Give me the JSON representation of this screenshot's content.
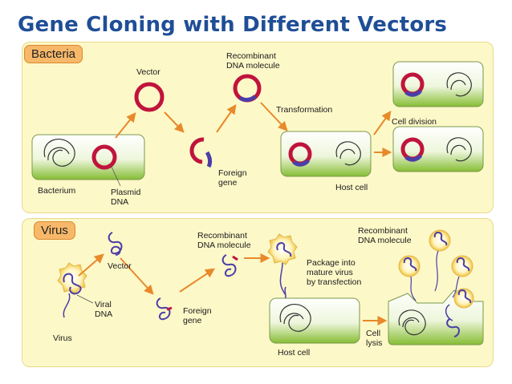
{
  "title": "Gene Cloning with Different Vectors",
  "bacteria": {
    "tag": "Bacteria",
    "labels": {
      "vector": "Vector",
      "recombinant": "Recombinant\nDNA molecule",
      "transformation": "Transformation",
      "cell_division": "Cell division",
      "foreign_gene": "Foreign\ngene",
      "bacterium": "Bacterium",
      "plasmid": "Plasmid\nDNA",
      "host_cell": "Host cell"
    }
  },
  "virus": {
    "tag": "Virus",
    "labels": {
      "vector": "Vector",
      "recombinant_1": "Recombinant\nDNA molecule",
      "recombinant_2": "Recombinant\nDNA molecule",
      "package": "Package into\nmature virus\nby transfection",
      "viral_dna": "Viral\nDNA",
      "virus": "Virus",
      "foreign_gene": "Foreign\ngene",
      "host_cell": "Host cell",
      "cell_lysis": "Cell\nlysis"
    }
  },
  "colors": {
    "title": "#1f4e96",
    "panel_bg": "#fdf8c8",
    "tag_bg": "#f7b86a",
    "plasmid_red": "#c0143c",
    "insert_blue": "#4b3ea8",
    "arrow": "#e8892a",
    "cell_green": "#8cc13a"
  }
}
